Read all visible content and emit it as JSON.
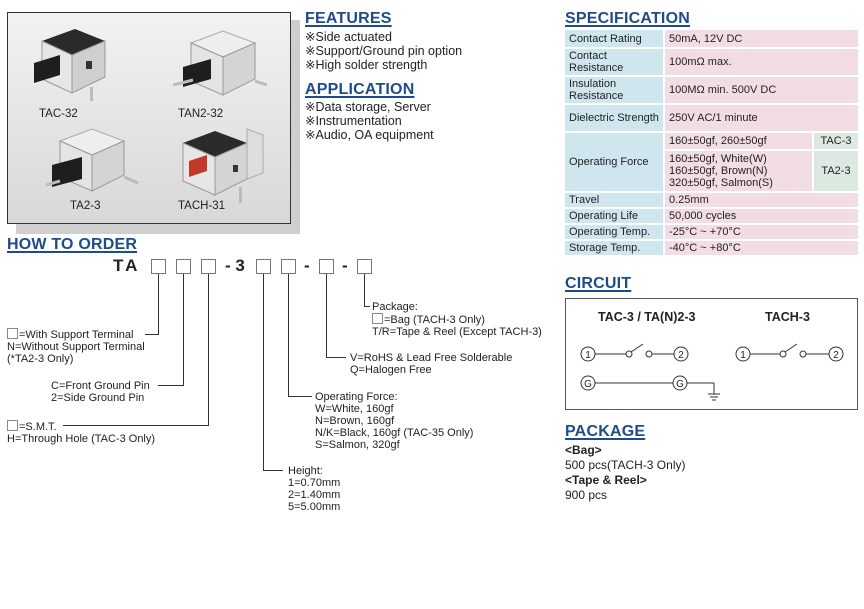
{
  "products": [
    {
      "label": "TAC-32"
    },
    {
      "label": "TAN2-32"
    },
    {
      "label": "TA2-3"
    },
    {
      "label": "TACH-31"
    }
  ],
  "features": {
    "title": "FEATURES",
    "bullet": "※",
    "items": [
      "Side actuated",
      "Support/Ground pin option",
      "High solder strength"
    ]
  },
  "application": {
    "title": "APPLICATION",
    "bullet": "※",
    "items": [
      "Data storage, Server",
      "Instrumentation",
      "Audio, OA equipment"
    ]
  },
  "specification": {
    "title": "SPECIFICATION",
    "rows": [
      {
        "key": "Contact Rating",
        "value": "50mA, 12V DC"
      },
      {
        "key": "Contact Resistance",
        "value": "100mΩ max."
      },
      {
        "key": "Insulation Resistance",
        "value": "100MΩ min. 500V DC"
      },
      {
        "key": "Dielectric Strength",
        "value": "250V AC/1 minute"
      }
    ],
    "operating_force": {
      "key": "Operating Force",
      "variants": [
        {
          "values": [
            "160±50gf, 260±50gf"
          ],
          "model": "TAC-3"
        },
        {
          "values": [
            "160±50gf, White(W)",
            "160±50gf, Brown(N)",
            "320±50gf, Salmon(S)"
          ],
          "model": "TA2-3"
        }
      ]
    },
    "rows_after": [
      {
        "key": "Travel",
        "value": "0.25mm"
      },
      {
        "key": "Operating Life",
        "value": "50,000 cycles"
      },
      {
        "key": "Operating Temp.",
        "value": "-25°C ~ +70°C"
      },
      {
        "key": "Storage Temp.",
        "value": "-40°C ~ +80°C"
      }
    ]
  },
  "how_to_order": {
    "title": "HOW TO ORDER",
    "code_prefix": "TA",
    "code_mid": "- 3",
    "dash": "-",
    "support": [
      "=With Support Terminal",
      "N=Without Support Terminal",
      "(*TA2-3 Only)"
    ],
    "ground": [
      "C=Front Ground Pin",
      "2=Side Ground Pin"
    ],
    "mount": [
      "=S.M.T.",
      "H=Through Hole (TAC-3 Only)"
    ],
    "height": [
      "Height:",
      "1=0.70mm",
      "2=1.40mm",
      "5=5.00mm"
    ],
    "force": [
      "Operating Force:",
      "W=White, 160gf",
      "N=Brown, 160gf",
      "N/K=Black, 160gf (TAC-35 Only)",
      "S=Salmon, 320gf"
    ],
    "rohs": [
      "V=RoHS & Lead Free Solderable",
      "Q=Halogen Free"
    ],
    "package": [
      "Package:",
      "=Bag (TACH-3 Only)",
      "T/R=Tape & Reel (Except TACH-3)"
    ]
  },
  "circuit": {
    "title": "CIRCUIT",
    "left_title": "TAC-3 / TA(N)2-3",
    "right_title": "TACH-3",
    "pin1": "1",
    "pin2": "2",
    "pinG": "G"
  },
  "package": {
    "title": "PACKAGE",
    "bag_label": "<Bag>",
    "bag_value": "500 pcs(TACH-3 Only)",
    "reel_label": "<Tape & Reel>",
    "reel_value": "900 pcs"
  }
}
